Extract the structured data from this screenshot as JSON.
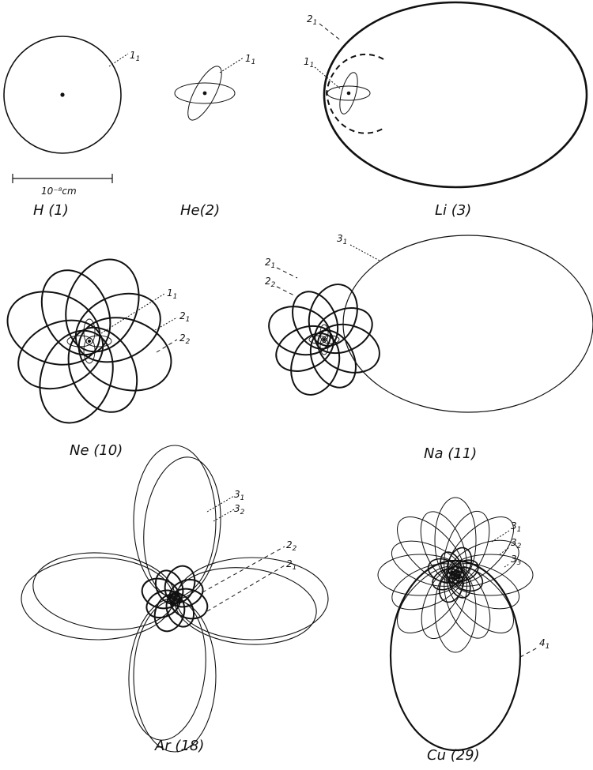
{
  "figure": {
    "panels": [
      {
        "id": "h",
        "caption": "H (1)",
        "orbit_labels": [
          {
            "n": "1",
            "k": "1"
          }
        ],
        "scale_bar_label": "10⁻⁸cm"
      },
      {
        "id": "he",
        "caption": "He(2)",
        "orbit_labels": [
          {
            "n": "1",
            "k": "1"
          }
        ]
      },
      {
        "id": "li",
        "caption": "Li (3)",
        "orbit_labels": [
          {
            "n": "2",
            "k": "1"
          },
          {
            "n": "1",
            "k": "1"
          }
        ]
      },
      {
        "id": "ne",
        "caption": "Ne (10)",
        "orbit_labels": [
          {
            "n": "1",
            "k": "1"
          },
          {
            "n": "2",
            "k": "1"
          },
          {
            "n": "2",
            "k": "2"
          }
        ]
      },
      {
        "id": "na",
        "caption": "Na (11)",
        "orbit_labels": [
          {
            "n": "3",
            "k": "1"
          },
          {
            "n": "2",
            "k": "1"
          },
          {
            "n": "2",
            "k": "2"
          }
        ]
      },
      {
        "id": "ar",
        "caption": "Ar (18)",
        "orbit_labels": [
          {
            "n": "3",
            "k": "1"
          },
          {
            "n": "3",
            "k": "2"
          },
          {
            "n": "2",
            "k": "2"
          },
          {
            "n": "2",
            "k": "1"
          }
        ]
      },
      {
        "id": "cu",
        "caption": "Cu (29)",
        "orbit_labels": [
          {
            "n": "3",
            "k": "1"
          },
          {
            "n": "3",
            "k": "2"
          },
          {
            "n": "3",
            "k": "3"
          },
          {
            "n": "4",
            "k": "1"
          }
        ]
      }
    ]
  }
}
